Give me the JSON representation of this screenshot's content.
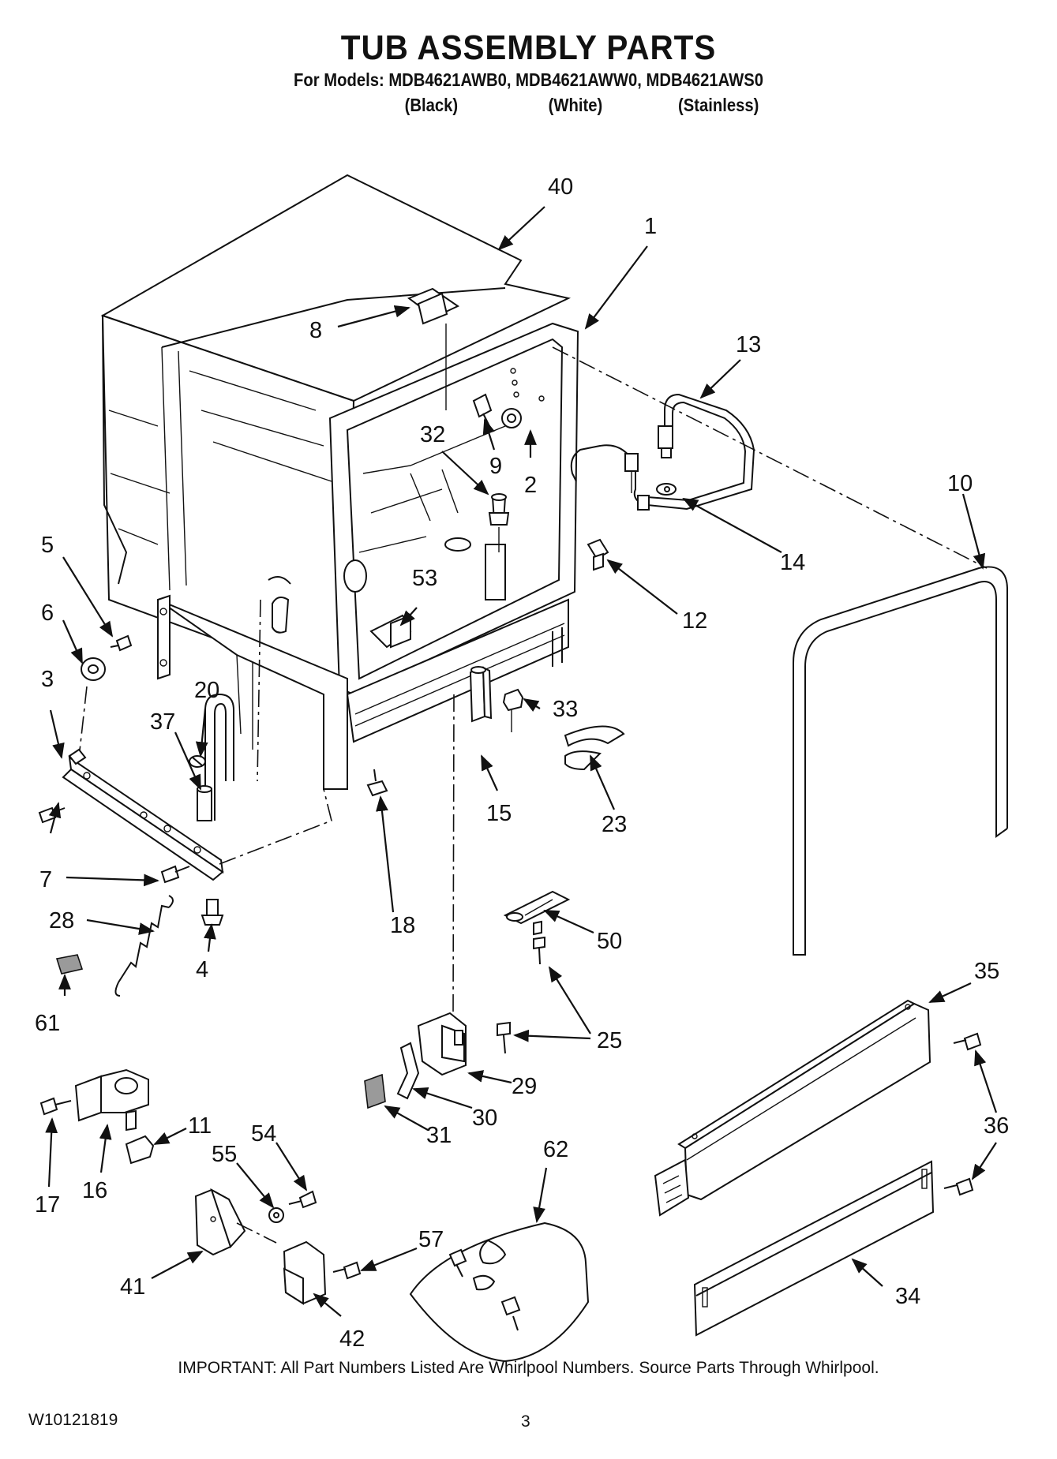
{
  "header": {
    "title": "TUB ASSEMBLY PARTS",
    "models_line": "For Models: MDB4621AWB0, MDB4621AWW0, MDB4621AWS0",
    "variants": [
      "(Black)",
      "(White)",
      "(Stainless)"
    ]
  },
  "callouts": [
    "40",
    "1",
    "8",
    "13",
    "9",
    "32",
    "2",
    "10",
    "14",
    "5",
    "53",
    "12",
    "6",
    "3",
    "20",
    "33",
    "37",
    "15",
    "23",
    "7",
    "28",
    "4",
    "18",
    "50",
    "61",
    "35",
    "25",
    "29",
    "36",
    "30",
    "31",
    "17",
    "16",
    "11",
    "54",
    "55",
    "62",
    "57",
    "41",
    "42",
    "34"
  ],
  "footer": {
    "important": "IMPORTANT: All Part Numbers Listed Are Whirlpool Numbers. Source Parts Through Whirlpool.",
    "document_number": "W10121819",
    "page_number": "3"
  }
}
